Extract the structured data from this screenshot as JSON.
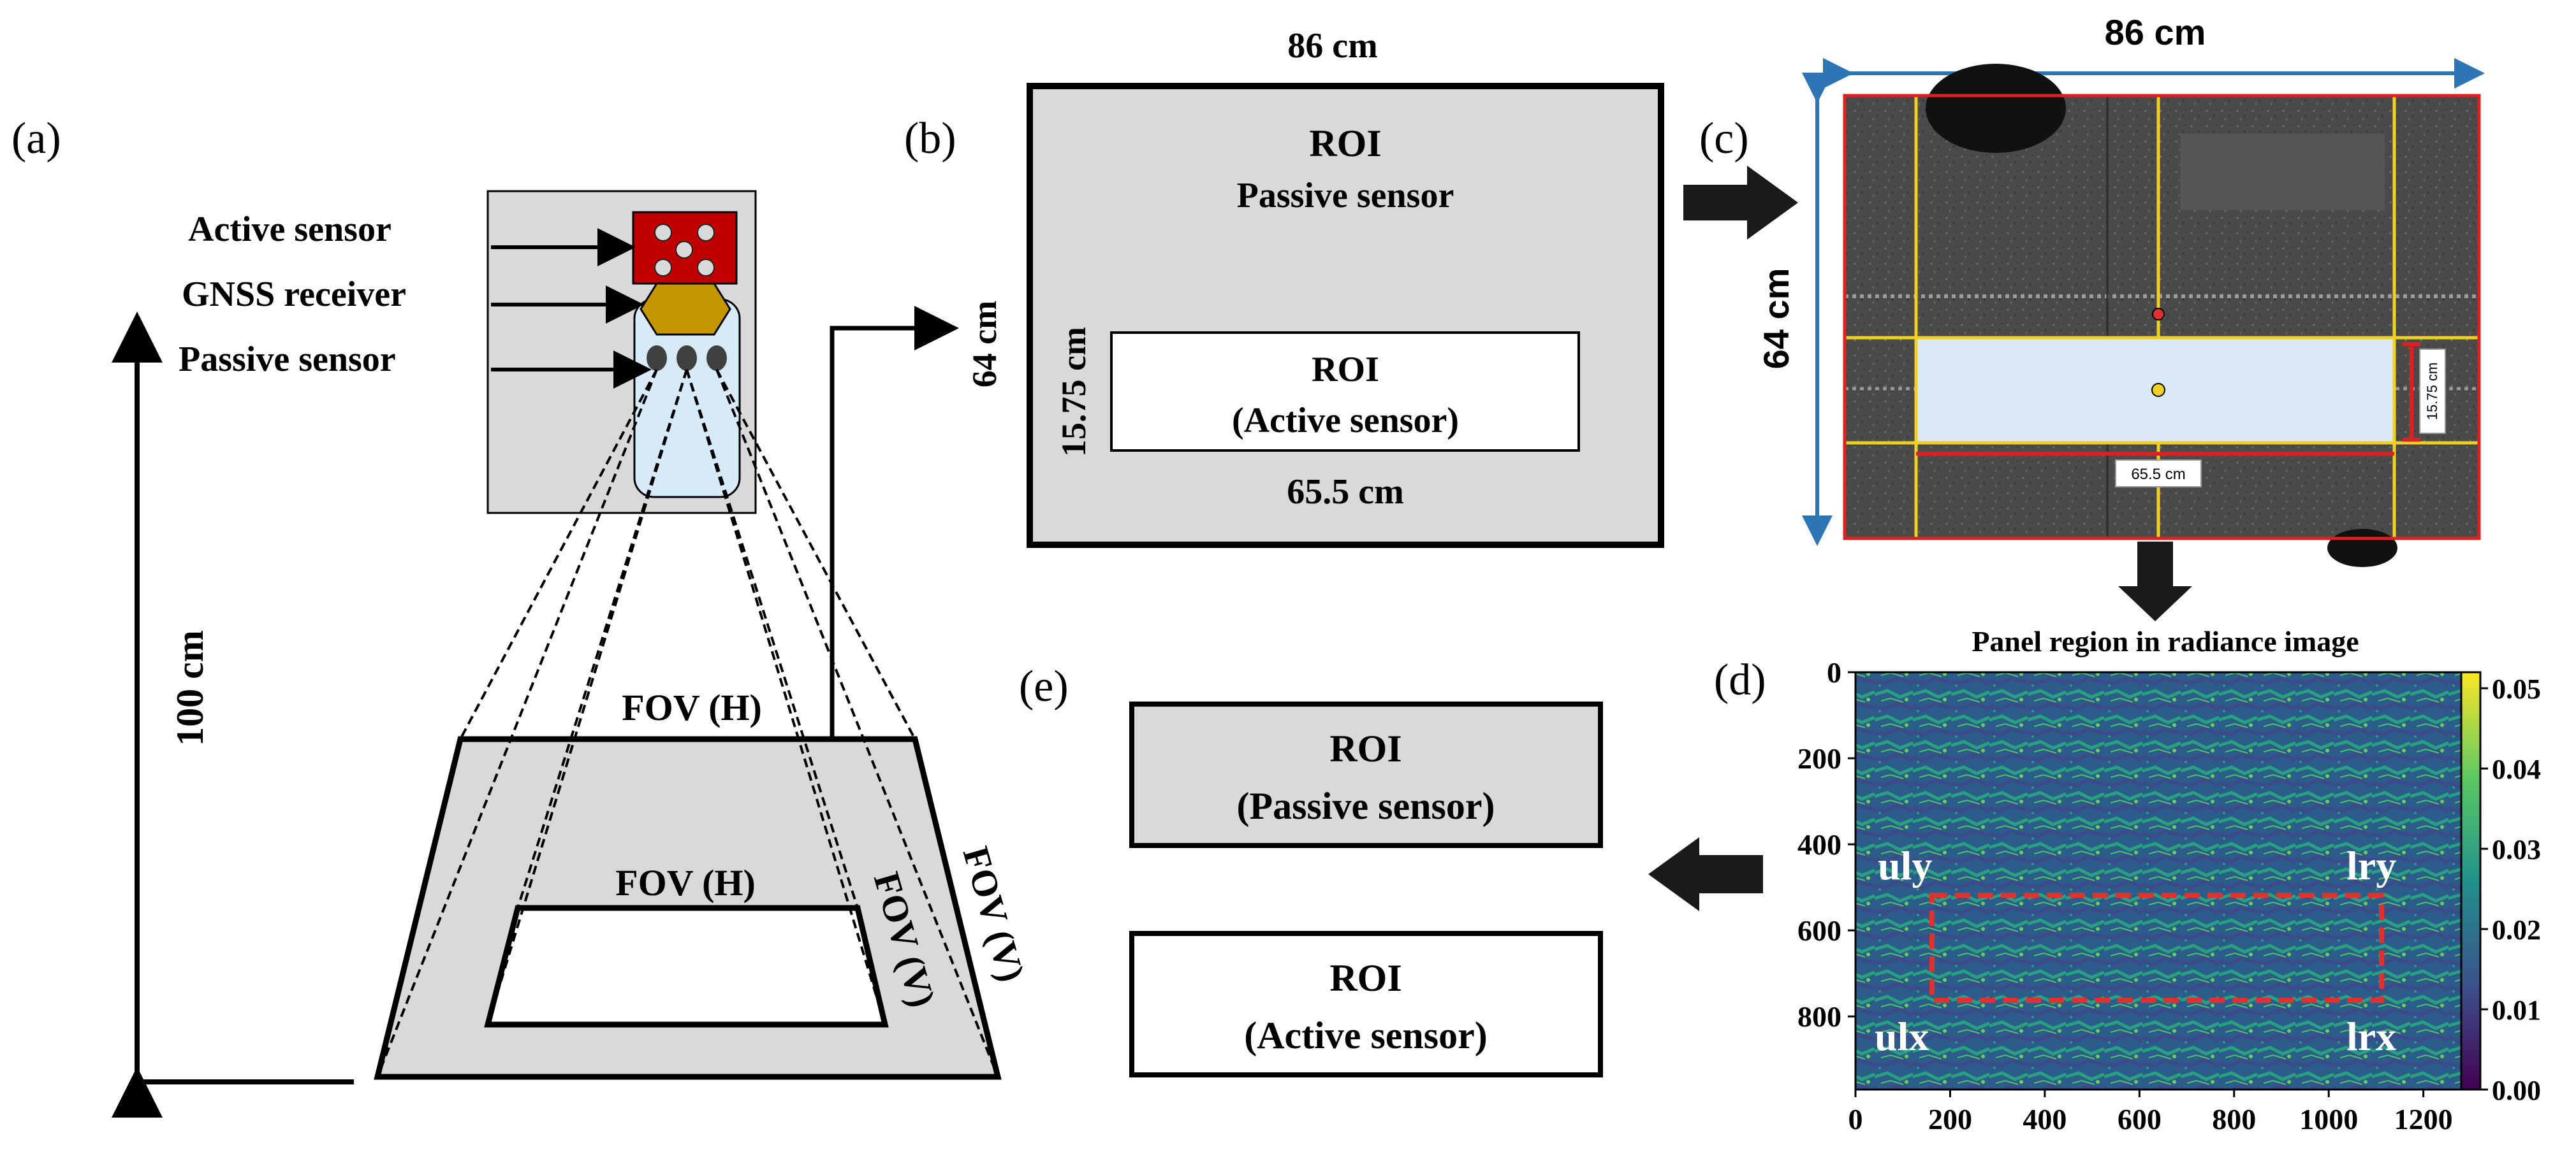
{
  "colors": {
    "gray_fill": "#d9d9d9",
    "active_red": "#c00000",
    "gnss_gold": "#c59600",
    "light_blue": "#d6eaf8",
    "photo_border": "#e02020",
    "dim_blue": "#2e75b6",
    "grid_yellow": "#f0d020",
    "roi_red": "#e03030"
  },
  "panel_a": {
    "label": "(a)",
    "active_sensor": "Active sensor",
    "gnss_receiver": "GNSS receiver",
    "passive_sensor": "Passive sensor",
    "height": "100 cm",
    "fov_h_outer": "FOV (H)",
    "fov_h_inner": "FOV (H)",
    "fov_v_outer": "FOV (V)",
    "fov_v_inner": "FOV (V)"
  },
  "panel_b": {
    "label": "(b)",
    "width": "86 cm",
    "height": "64 cm",
    "roi_title": "ROI",
    "roi_passive": "Passive sensor",
    "inner_roi_title": "ROI",
    "inner_roi_sub": "(Active sensor)",
    "inner_height": "15.75 cm",
    "inner_width": "65.5 cm"
  },
  "panel_c": {
    "label": "(c)",
    "width": "86 cm",
    "height": "64 cm",
    "inner_width": "65.5 cm",
    "inner_height": "15.75 cm"
  },
  "panel_d": {
    "label": "(d)",
    "title": "Panel region in radiance image",
    "y_ticks": [
      "0",
      "200",
      "400",
      "600",
      "800"
    ],
    "x_ticks": [
      "0",
      "200",
      "400",
      "600",
      "800",
      "1000",
      "1200"
    ],
    "colorbar_ticks": [
      "0.05",
      "0.04",
      "0.03",
      "0.02",
      "0.01",
      "0.00"
    ],
    "corner_uly": "uly",
    "corner_lry": "lry",
    "corner_ulx": "ulx",
    "corner_lrx": "lrx"
  },
  "panel_e": {
    "label": "(e)",
    "box1_title": "ROI",
    "box1_sub": "(Passive sensor)",
    "box2_title": "ROI",
    "box2_sub": "(Active sensor)"
  }
}
